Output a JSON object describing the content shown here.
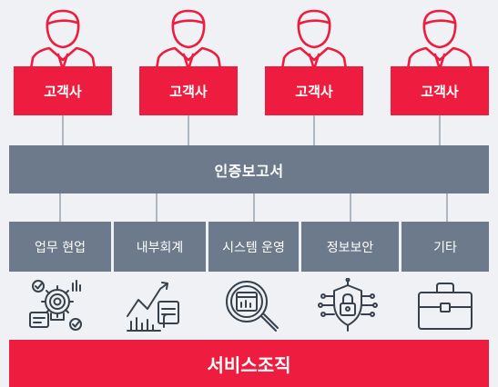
{
  "clients": [
    {
      "label": "고객사"
    },
    {
      "label": "고객사"
    },
    {
      "label": "고객사"
    },
    {
      "label": "고객사"
    }
  ],
  "report": {
    "label": "인증보고서"
  },
  "services": [
    {
      "label": "업무 현업",
      "icon": "process-gear-icon"
    },
    {
      "label": "내부회계",
      "icon": "growth-chart-icon"
    },
    {
      "label": "시스템 운영",
      "icon": "magnifier-report-icon"
    },
    {
      "label": "정보보안",
      "icon": "security-lock-circuit-icon"
    },
    {
      "label": "기타",
      "icon": "briefcase-icon"
    }
  ],
  "organization": {
    "label": "서비스조직"
  },
  "colors": {
    "accent_red": "#ee1c3e",
    "slate": "#6c7a8b",
    "background": "#eff1f4",
    "icon_stroke": "#37414d"
  }
}
